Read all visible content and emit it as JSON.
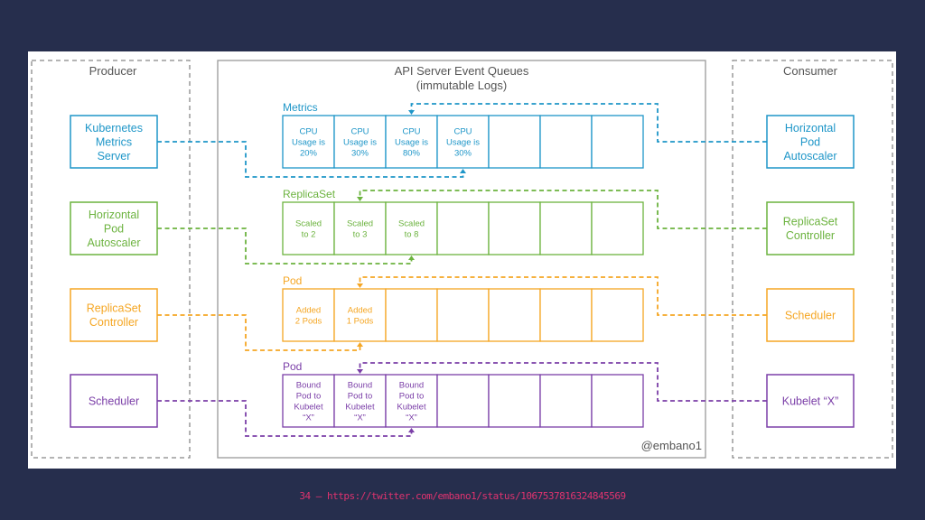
{
  "sections": {
    "producer": "Producer",
    "consumer": "Consumer",
    "queues_title": [
      "API Server Event Queues",
      "(immutable Logs)"
    ],
    "signature": "@embano1"
  },
  "colors": {
    "metrics": "#1e96c8",
    "replicaset": "#6cb33f",
    "pod_added": "#f5a623",
    "pod_bound": "#7b3fa8",
    "border_gray": "#888888",
    "text_gray": "#555555",
    "background": "#262e4d",
    "footer": "#e0336f"
  },
  "queues": [
    {
      "label": "Metrics",
      "color_key": "metrics",
      "producer": [
        "Kubernetes",
        "Metrics",
        "Server"
      ],
      "consumer": [
        "Horizontal",
        "Pod",
        "Autoscaler"
      ],
      "cells": [
        [
          "CPU",
          "Usage is",
          "20%"
        ],
        [
          "CPU",
          "Usage is",
          "30%"
        ],
        [
          "CPU",
          "Usage is",
          "80%"
        ],
        [
          "CPU",
          "Usage is",
          "30%"
        ],
        [],
        [],
        []
      ]
    },
    {
      "label": "ReplicaSet",
      "color_key": "replicaset",
      "producer": [
        "Horizontal",
        "Pod",
        "Autoscaler"
      ],
      "consumer": [
        "ReplicaSet",
        "Controller"
      ],
      "cells": [
        [
          "Scaled",
          "to 2"
        ],
        [
          "Scaled",
          "to 3"
        ],
        [
          "Scaled",
          "to 8"
        ],
        [],
        [],
        [],
        []
      ]
    },
    {
      "label": "Pod",
      "color_key": "pod_added",
      "producer": [
        "ReplicaSet",
        "Controller"
      ],
      "consumer": [
        "Scheduler"
      ],
      "cells": [
        [
          "Added",
          "2 Pods"
        ],
        [
          "Added",
          "1 Pods"
        ],
        [],
        [],
        [],
        [],
        []
      ]
    },
    {
      "label": "Pod",
      "color_key": "pod_bound",
      "producer": [
        "Scheduler"
      ],
      "consumer": [
        "Kubelet “X”"
      ],
      "cells": [
        [
          "Bound",
          "Pod to",
          "Kubelet",
          "“X”"
        ],
        [
          "Bound",
          "Pod to",
          "Kubelet",
          "“X”"
        ],
        [
          "Bound",
          "Pod to",
          "Kubelet",
          "“X”"
        ],
        [],
        [],
        [],
        []
      ]
    }
  ],
  "footer": "34 — https://twitter.com/embano1/status/1067537816324845569"
}
